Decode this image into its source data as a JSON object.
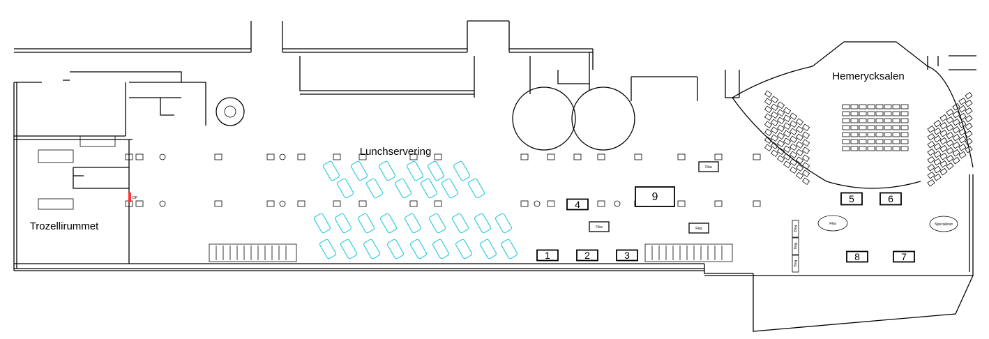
{
  "rooms": {
    "lunch": "Lunchservering",
    "trozelli": "Trozellirummet",
    "hemeryck": "Hemerycksalen"
  },
  "stations": [
    "1",
    "2",
    "3",
    "4",
    "5",
    "6",
    "7",
    "8",
    "9"
  ],
  "fika_label": "Fika",
  "specialkost_label": "Specialkost",
  "reg_label": "Reg.",
  "dp_label": "DP",
  "colors": {
    "tables": "#33ccdd",
    "walls": "#000000",
    "marker": "#ff3333"
  }
}
